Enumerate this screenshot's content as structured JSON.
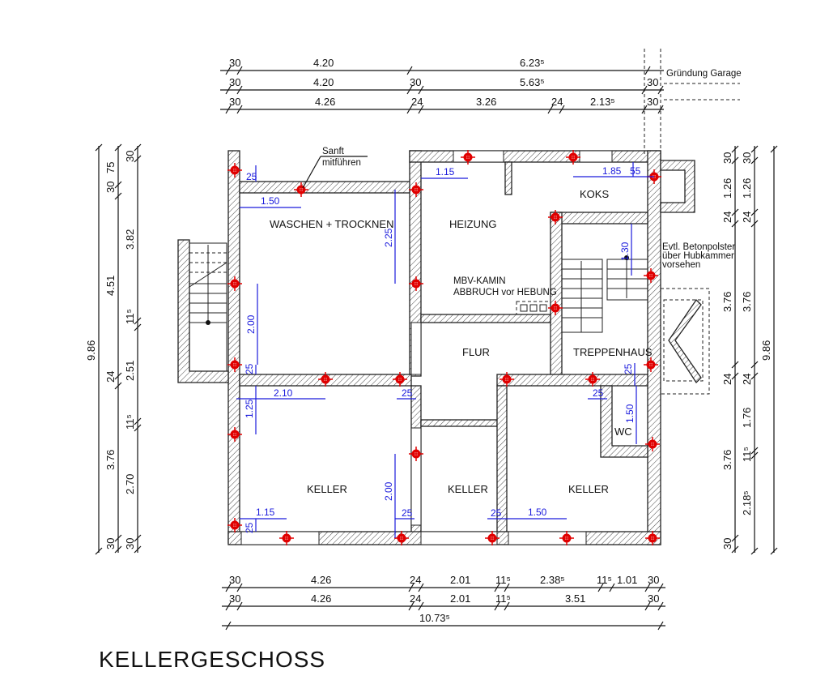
{
  "title": "KELLERGESCHOSS",
  "colors": {
    "wall_outline": "#222222",
    "dimension_blue": "#1a1adc",
    "marker_red": "#e00000"
  },
  "rooms": {
    "waschen": "WASCHEN + TROCKNEN",
    "heizung": "HEIZUNG",
    "koks": "KOKS",
    "flur": "FLUR",
    "treppenhaus": "TREPPENHAUS",
    "wc": "WC",
    "keller_left": "KELLER",
    "keller_mid": "KELLER",
    "keller_right": "KELLER"
  },
  "notes": {
    "sanft_1": "Sanft",
    "sanft_2": "mitführen",
    "kamin_1": "MBV-KAMIN",
    "kamin_2": "ABBRUCH vor HEBUNG",
    "beton_1": "Evtl. Betonpolster",
    "beton_2": "über Hubkammer",
    "beton_3": "vorsehen",
    "garage": "Gründung Garage"
  },
  "top_dims": {
    "row1": [
      "30",
      "4.20",
      "6.23⁵"
    ],
    "row2": [
      "30",
      "4.20",
      "30",
      "5.63⁵",
      "30"
    ],
    "row3": [
      "30",
      "4.26",
      "24",
      "3.26",
      "24",
      "2.13⁵",
      "30"
    ]
  },
  "bottom_dims": {
    "row1": [
      "30",
      "4.26",
      "24",
      "2.01",
      "11⁵",
      "2.38⁵",
      "11⁵",
      "1.01",
      "30"
    ],
    "row2": [
      "30",
      "4.26",
      "24",
      "2.01",
      "11⁵",
      "3.51",
      "30"
    ],
    "row3": [
      "10.73⁵"
    ]
  },
  "left_dims": {
    "outer": [
      "9.86"
    ],
    "mid": [
      "30",
      "75",
      "4.51",
      "24",
      "3.76",
      "30"
    ],
    "inner": [
      "30",
      "3.82",
      "11⁵",
      "2.51",
      "11⁵",
      "2.70",
      "30"
    ]
  },
  "right_dims": {
    "inner": [
      "30",
      "1.26",
      "24",
      "3.76",
      "24",
      "3.76",
      "30"
    ],
    "mid": [
      "30",
      "1.26",
      "24",
      "3.76",
      "24",
      "1.76",
      "11⁵",
      "2.18⁵"
    ],
    "outer": [
      "9.86"
    ]
  },
  "blue_dims": {
    "d_150_top": "1.50",
    "d_25_top": "25",
    "d_225": "2.25",
    "d_115_heiz": "1.15",
    "d_185": "1.85",
    "d_55": "55",
    "d_130": "1.30",
    "d_200_left": "2.00",
    "d_25_left": "25",
    "d_210": "2.10",
    "d_125": "1.25",
    "d_25_mid": "25",
    "d_200_keller": "2.00",
    "d_115_keller": "1.15",
    "d_25_keller": "25",
    "d_25_keller_r": "25",
    "d_25_kmid": "25",
    "d_150_kr": "1.50",
    "d_25_wc": "25",
    "d_25_wc_top": "25",
    "d_150_wc": "1.50"
  }
}
